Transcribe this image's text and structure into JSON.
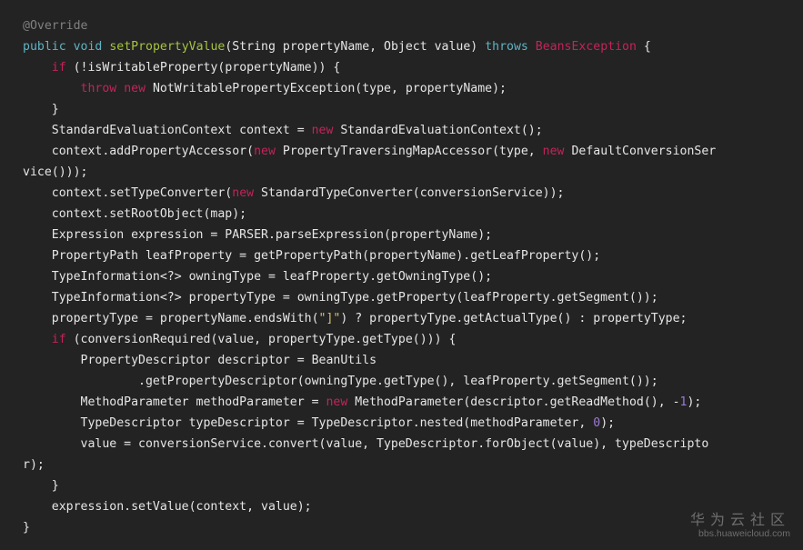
{
  "theme": {
    "background": "#232323",
    "text": "#e6e6e6",
    "annotation": "#808080",
    "keyword_blue": "#5fb3c4",
    "keyword_red": "#c2245a",
    "method_def": "#a6c43f",
    "string": "#d8c36a",
    "number": "#9c7ad8"
  },
  "code": {
    "language": "java",
    "lines": [
      [
        {
          "t": "annotation",
          "v": "@Override"
        }
      ],
      [
        {
          "t": "keyword-blue",
          "v": "public"
        },
        {
          "t": "plain",
          "v": " "
        },
        {
          "t": "keyword-blue",
          "v": "void"
        },
        {
          "t": "plain",
          "v": " "
        },
        {
          "t": "method-def",
          "v": "setPropertyValue"
        },
        {
          "t": "plain",
          "v": "(String propertyName, Object value) "
        },
        {
          "t": "keyword-blue",
          "v": "throws"
        },
        {
          "t": "plain",
          "v": " "
        },
        {
          "t": "type-red",
          "v": "BeansException"
        },
        {
          "t": "plain",
          "v": " {"
        }
      ],
      [
        {
          "t": "plain",
          "v": "    "
        },
        {
          "t": "keyword-red",
          "v": "if"
        },
        {
          "t": "plain",
          "v": " (!isWritableProperty(propertyName)) {"
        }
      ],
      [
        {
          "t": "plain",
          "v": "        "
        },
        {
          "t": "keyword-red",
          "v": "throw"
        },
        {
          "t": "plain",
          "v": " "
        },
        {
          "t": "keyword-red",
          "v": "new"
        },
        {
          "t": "plain",
          "v": " NotWritablePropertyException(type, propertyName);"
        }
      ],
      [
        {
          "t": "plain",
          "v": "    }"
        }
      ],
      [
        {
          "t": "plain",
          "v": "    StandardEvaluationContext context = "
        },
        {
          "t": "keyword-red",
          "v": "new"
        },
        {
          "t": "plain",
          "v": " StandardEvaluationContext();"
        }
      ],
      [
        {
          "t": "plain",
          "v": "    context.addPropertyAccessor("
        },
        {
          "t": "keyword-red",
          "v": "new"
        },
        {
          "t": "plain",
          "v": " PropertyTraversingMapAccessor(type, "
        },
        {
          "t": "keyword-red",
          "v": "new"
        },
        {
          "t": "plain",
          "v": " DefaultConversionSer"
        }
      ],
      [
        {
          "t": "plain",
          "v": "vice()));"
        }
      ],
      [
        {
          "t": "plain",
          "v": "    context.setTypeConverter("
        },
        {
          "t": "keyword-red",
          "v": "new"
        },
        {
          "t": "plain",
          "v": " StandardTypeConverter(conversionService));"
        }
      ],
      [
        {
          "t": "plain",
          "v": "    context.setRootObject(map);"
        }
      ],
      [
        {
          "t": "plain",
          "v": "    Expression expression = PARSER.parseExpression(propertyName);"
        }
      ],
      [
        {
          "t": "plain",
          "v": "    PropertyPath leafProperty = getPropertyPath(propertyName).getLeafProperty();"
        }
      ],
      [
        {
          "t": "plain",
          "v": "    TypeInformation<?> owningType = leafProperty.getOwningType();"
        }
      ],
      [
        {
          "t": "plain",
          "v": "    TypeInformation<?> propertyType = owningType.getProperty(leafProperty.getSegment());"
        }
      ],
      [
        {
          "t": "plain",
          "v": "    propertyType = propertyName.endsWith("
        },
        {
          "t": "string",
          "v": "\"]\""
        },
        {
          "t": "plain",
          "v": ") ? propertyType.getActualType() : propertyType;"
        }
      ],
      [
        {
          "t": "plain",
          "v": "    "
        },
        {
          "t": "keyword-red",
          "v": "if"
        },
        {
          "t": "plain",
          "v": " (conversionRequired(value, propertyType.getType())) {"
        }
      ],
      [
        {
          "t": "plain",
          "v": "        PropertyDescriptor descriptor = BeanUtils"
        }
      ],
      [
        {
          "t": "plain",
          "v": "                .getPropertyDescriptor(owningType.getType(), leafProperty.getSegment());"
        }
      ],
      [
        {
          "t": "plain",
          "v": "        MethodParameter methodParameter = "
        },
        {
          "t": "keyword-red",
          "v": "new"
        },
        {
          "t": "plain",
          "v": " MethodParameter(descriptor.getReadMethod(), -"
        },
        {
          "t": "number",
          "v": "1"
        },
        {
          "t": "plain",
          "v": ");"
        }
      ],
      [
        {
          "t": "plain",
          "v": "        TypeDescriptor typeDescriptor = TypeDescriptor.nested(methodParameter, "
        },
        {
          "t": "number",
          "v": "0"
        },
        {
          "t": "plain",
          "v": ");"
        }
      ],
      [
        {
          "t": "plain",
          "v": "        value = conversionService.convert(value, TypeDescriptor.forObject(value), typeDescripto"
        }
      ],
      [
        {
          "t": "plain",
          "v": "r);"
        }
      ],
      [
        {
          "t": "plain",
          "v": "    }"
        }
      ],
      [
        {
          "t": "plain",
          "v": "    expression.setValue(context, value);"
        }
      ],
      [
        {
          "t": "plain",
          "v": "}"
        }
      ]
    ]
  },
  "watermark": {
    "title": "华为云社区",
    "url": "bbs.huaweicloud.com"
  }
}
